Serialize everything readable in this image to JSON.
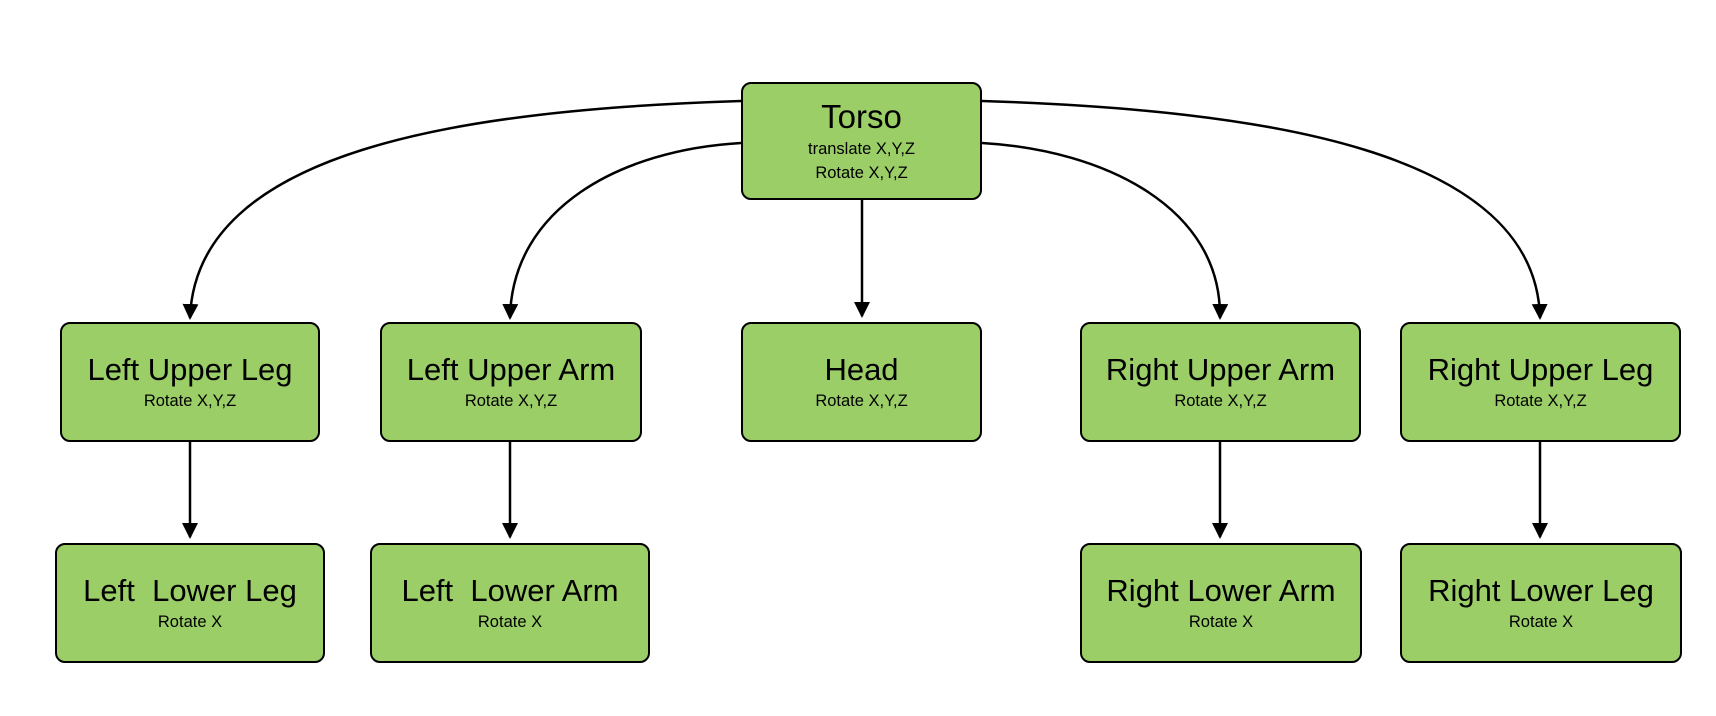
{
  "diagram": {
    "nodes": {
      "torso": {
        "title": "Torso",
        "subtitle1": "translate X,Y,Z",
        "subtitle2": "Rotate X,Y,Z"
      },
      "left_upper_leg": {
        "title": "Left Upper Leg",
        "subtitle1": "Rotate X,Y,Z"
      },
      "left_upper_arm": {
        "title": "Left Upper Arm",
        "subtitle1": "Rotate X,Y,Z"
      },
      "head": {
        "title": "Head",
        "subtitle1": "Rotate X,Y,Z"
      },
      "right_upper_arm": {
        "title": "Right Upper Arm",
        "subtitle1": "Rotate X,Y,Z"
      },
      "right_upper_leg": {
        "title": "Right Upper Leg",
        "subtitle1": "Rotate X,Y,Z"
      },
      "left_lower_leg": {
        "title": "Left  Lower Leg",
        "subtitle1": "Rotate X"
      },
      "left_lower_arm": {
        "title": "Left  Lower Arm",
        "subtitle1": "Rotate X"
      },
      "right_lower_arm": {
        "title": "Right Lower Arm",
        "subtitle1": "Rotate X"
      },
      "right_lower_leg": {
        "title": "Right Lower Leg",
        "subtitle1": "Rotate X"
      }
    },
    "edges": [
      {
        "from": "torso",
        "to": "left_upper_leg"
      },
      {
        "from": "torso",
        "to": "left_upper_arm"
      },
      {
        "from": "torso",
        "to": "head"
      },
      {
        "from": "torso",
        "to": "right_upper_arm"
      },
      {
        "from": "torso",
        "to": "right_upper_leg"
      },
      {
        "from": "left_upper_leg",
        "to": "left_lower_leg"
      },
      {
        "from": "left_upper_arm",
        "to": "left_lower_arm"
      },
      {
        "from": "right_upper_arm",
        "to": "right_lower_arm"
      },
      {
        "from": "right_upper_leg",
        "to": "right_lower_leg"
      }
    ],
    "colors": {
      "node_fill": "#9bce67",
      "node_border": "#000000",
      "edge": "#000000",
      "text": "#000000",
      "background": "#ffffff"
    }
  }
}
